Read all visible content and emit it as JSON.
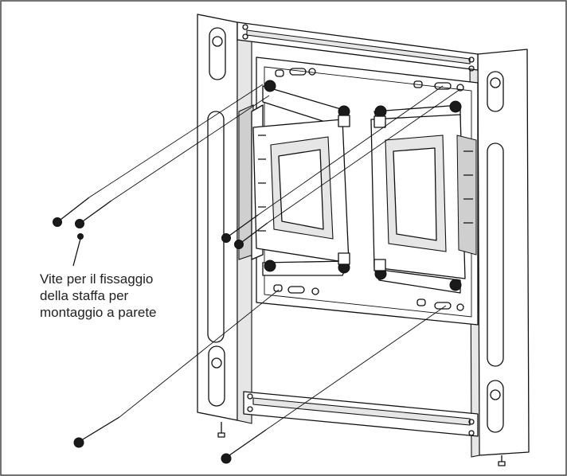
{
  "figure": {
    "callout": {
      "lines": [
        "Vite per il fissaggio",
        "della staffa per",
        "montaggio a parete"
      ]
    }
  }
}
